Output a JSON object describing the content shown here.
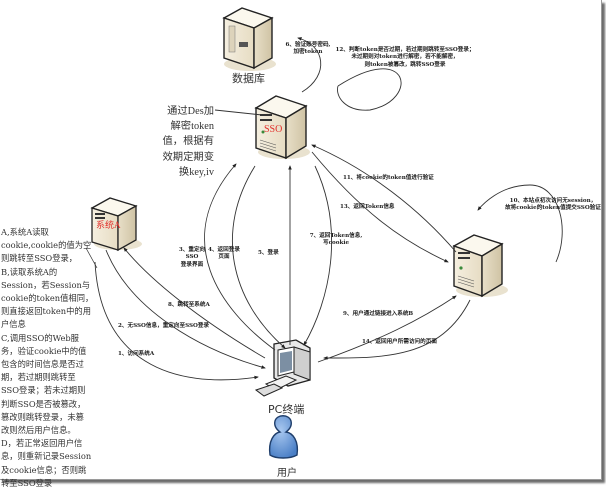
{
  "title": "SSO 单点登录流程图",
  "nodes": {
    "database": {
      "label": "数据库"
    },
    "sso_server": {
      "label": "SSO"
    },
    "system_a": {
      "label": "系统A"
    },
    "system_b": {
      "label": ""
    },
    "pc": {
      "label": "PC终端"
    },
    "user": {
      "label": "用户"
    }
  },
  "sso_note": [
    "通过Des加",
    "解密token",
    "值，根据有",
    "效期定期变",
    "换key,iv"
  ],
  "left_note": "A,系统A读取\ncookie,cookie的值为空\n则跳转至SSO登录，\nB,读取系统A的\nSession，若Session与\ncookie的token值相同，\n则直接返回token中的用\n户信息\nC,调用SSO的Web服\n务，验证cookie中的值\n包含的时间信息是否过\n期，若过期则跳转至\nSSO登录；若未过期则\n判断SSO是否被篡改，\n篡改则跳转登录，未篡\n改则然后用户信息。\nD，若正常返回用户信\n息，则重新记录Session\n及cookie信息；否则跳\n转至SSO登录",
  "steps": [
    {
      "id": 1,
      "lines": [
        "1、访问系统A"
      ]
    },
    {
      "id": 2,
      "lines": [
        "2、无SSO信息，重定向至SSO登录"
      ]
    },
    {
      "id": 3,
      "lines": [
        "3、重定向",
        "SSO",
        "登录界面"
      ]
    },
    {
      "id": 4,
      "lines": [
        "4、返回登录",
        "页面"
      ]
    },
    {
      "id": 5,
      "lines": [
        "5、登录"
      ]
    },
    {
      "id": 6,
      "lines": [
        "6、验证账号密码,",
        "加密token"
      ]
    },
    {
      "id": 7,
      "lines": [
        "7、返回Token信息,",
        "写cookie"
      ]
    },
    {
      "id": 8,
      "lines": [
        "8、跳转至系统A"
      ]
    },
    {
      "id": 9,
      "lines": [
        "9、用户通过链接进入系统B"
      ]
    },
    {
      "id": 10,
      "lines": [
        "10、本站点初次访问无session，",
        "故将cookie的token值提交SSO验证"
      ]
    },
    {
      "id": 11,
      "lines": [
        "11、将cookie的token值进行验证"
      ]
    },
    {
      "id": 12,
      "lines": [
        "12、判断token是否过期，若过期则跳转至SSO登录；",
        "未过期则对token进行解密，若不能解密，",
        "则token被篡改，跳转SSO登录"
      ]
    },
    {
      "id": 13,
      "lines": [
        "13、返回Token信息"
      ]
    },
    {
      "id": 14,
      "lines": [
        "14、返回用户所需访问的页面"
      ]
    }
  ],
  "colors": {
    "server_label": "#e2302c",
    "user_icon": "#5b8fd1",
    "arrow": "#333333"
  }
}
